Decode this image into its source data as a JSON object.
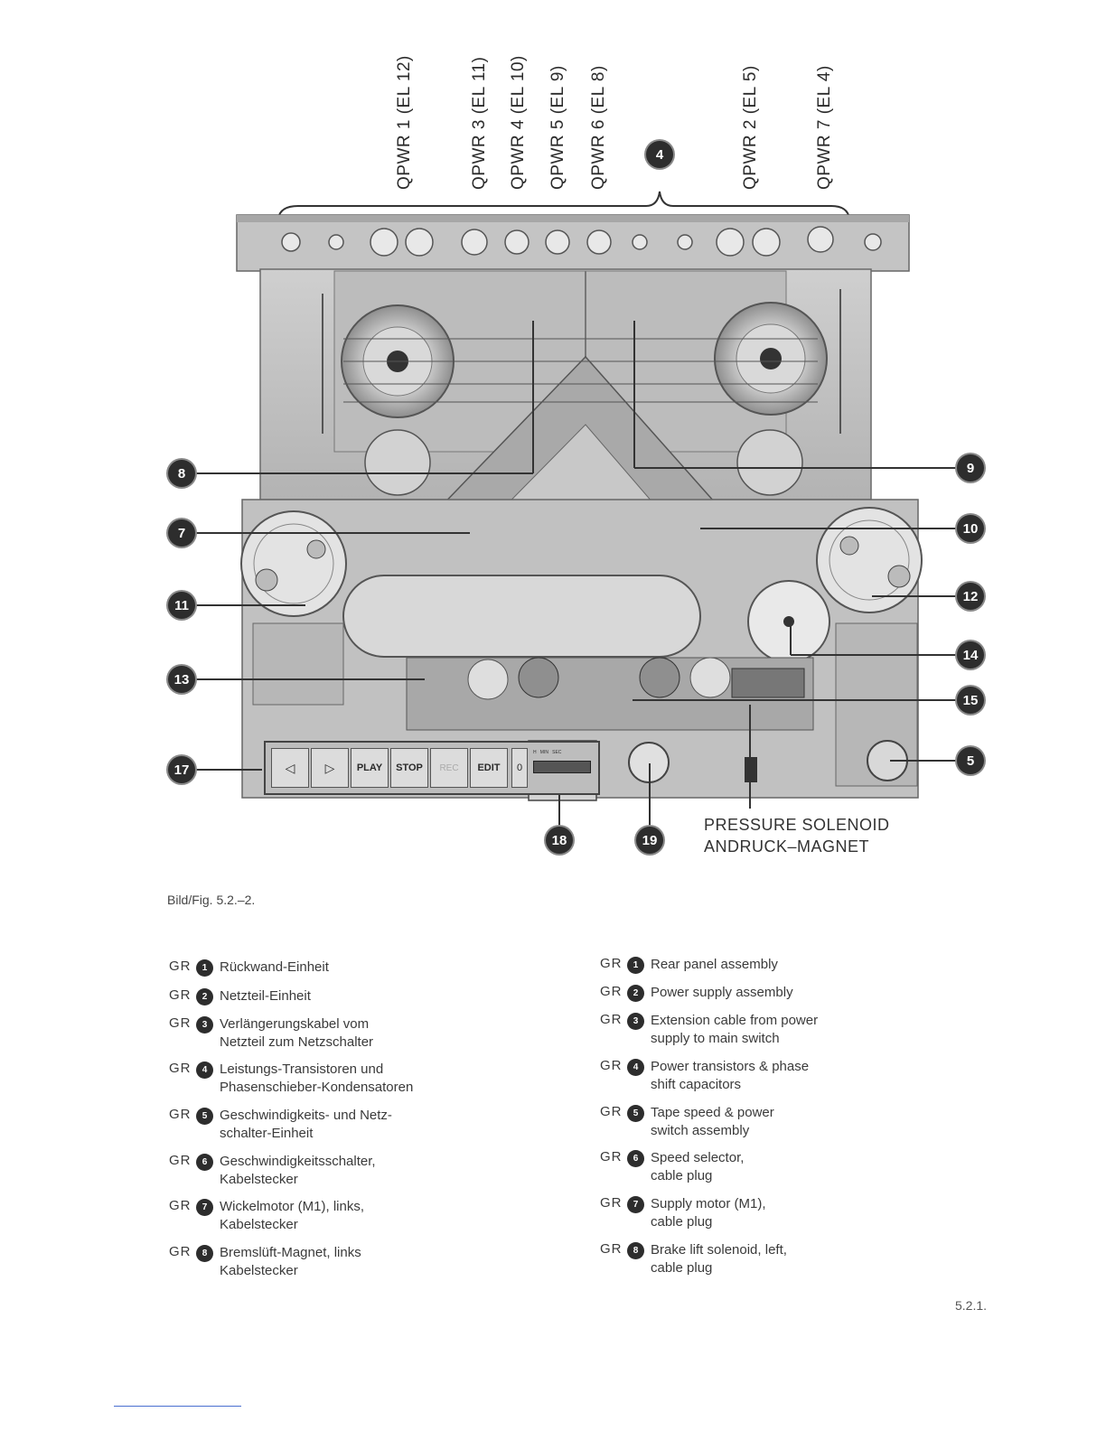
{
  "transistor_labels": [
    "QPWR 1 (EL 12)",
    "QPWR 3 (EL 11)",
    "QPWR 4 (EL 10)",
    "QPWR 5 (EL  9)",
    "QPWR 6 (EL  8)",
    "QPWR 2 (EL  5)",
    "QPWR 7 (EL  4)"
  ],
  "callouts": {
    "c4": "4",
    "c8": "8",
    "c9": "9",
    "c7": "7",
    "c10": "10",
    "c11": "11",
    "c12": "12",
    "c14": "14",
    "c13": "13",
    "c15": "15",
    "c17": "17",
    "c5": "5",
    "c18": "18",
    "c19": "19"
  },
  "control_buttons": [
    "◁",
    "▷",
    "PLAY",
    "STOP",
    "REC",
    "EDIT"
  ],
  "counter": {
    "zero": "0",
    "units": "H   MIN   SEC"
  },
  "solenoid_caption": {
    "en": "PRESSURE SOLENOID",
    "de": "ANDRUCK–MAGNET"
  },
  "figure_label": "Bild/Fig.  5.2.–2.",
  "legend_gr": "GR",
  "legend_de": [
    {
      "n": "1",
      "text": "Rückwand-Einheit"
    },
    {
      "n": "2",
      "text": "Netzteil-Einheit"
    },
    {
      "n": "3",
      "text": "Verlängerungskabel vom\nNetzteil zum Netzschalter"
    },
    {
      "n": "4",
      "text": "Leistungs-Transistoren und\nPhasenschieber-Kondensatoren"
    },
    {
      "n": "5",
      "text": "Geschwindigkeits- und Netz-\nschalter-Einheit"
    },
    {
      "n": "6",
      "text": "Geschwindigkeitsschalter,\nKabelstecker"
    },
    {
      "n": "7",
      "text": "Wickelmotor (M1), links,\nKabelstecker"
    },
    {
      "n": "8",
      "text": "Bremslüft-Magnet, links\nKabelstecker"
    }
  ],
  "legend_en": [
    {
      "n": "1",
      "text": "Rear panel assembly"
    },
    {
      "n": "2",
      "text": "Power supply assembly"
    },
    {
      "n": "3",
      "text": "Extension cable from power\nsupply to main switch"
    },
    {
      "n": "4",
      "text": "Power transistors & phase\nshift capacitors"
    },
    {
      "n": "5",
      "text": "Tape speed & power\nswitch assembly"
    },
    {
      "n": "6",
      "text": "Speed selector,\ncable plug"
    },
    {
      "n": "7",
      "text": "Supply motor (M1),\ncable plug"
    },
    {
      "n": "8",
      "text": "Brake lift solenoid, left,\ncable plug"
    }
  ],
  "page_number": "5.2.1."
}
